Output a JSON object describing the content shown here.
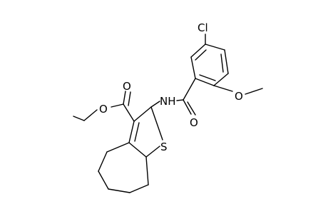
{
  "molecule": {
    "atoms": {
      "chlorine": "Cl",
      "methoxy_oxygen": "O",
      "amide_nitrogen": "NH",
      "amide_oxygen": "O",
      "ester_carbonyl_oxygen": "O",
      "ester_ether_oxygen": "O",
      "sulfur": "S"
    }
  }
}
